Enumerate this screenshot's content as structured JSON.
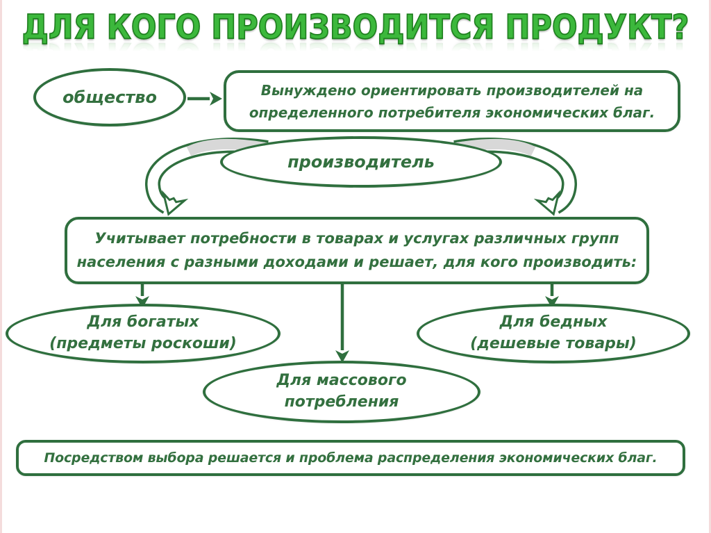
{
  "colors": {
    "outline": "#2f6f3e",
    "text": "#33703f",
    "title_fill": "#3cb83c",
    "title_stroke": "#1e7e1e",
    "ribbon_gray": "#d8d8d8",
    "edge_line": "#eec9c9",
    "background": "#ffffff"
  },
  "title": {
    "text": "ДЛЯ КОГО ПРОИЗВОДИТСЯ ПРОДУКТ?"
  },
  "nodes": {
    "society": {
      "label": "общество"
    },
    "society_rule": {
      "line1": "Вынуждено ориентировать производителей на",
      "line2": "определенного потребителя экономических благ."
    },
    "producer": {
      "label": "производитель"
    },
    "producer_rule": {
      "line1": "Учитывает потребности в товарах и услугах различных групп",
      "line2": "населения с разными доходами и решает, для кого производить:"
    },
    "rich": {
      "line1": "Для богатых",
      "line2": "(предметы роскоши)"
    },
    "mass": {
      "line1": "Для массового",
      "line2": "потребления"
    },
    "poor": {
      "line1": "Для бедных",
      "line2": "(дешевые товары)"
    },
    "footer": {
      "text": "Посредством выбора решается и проблема распределения экономических благ."
    }
  },
  "icons": {
    "straight_arrow": "arrow-icon",
    "curved_ribbon_arrow": "curved-arrow-icon"
  }
}
